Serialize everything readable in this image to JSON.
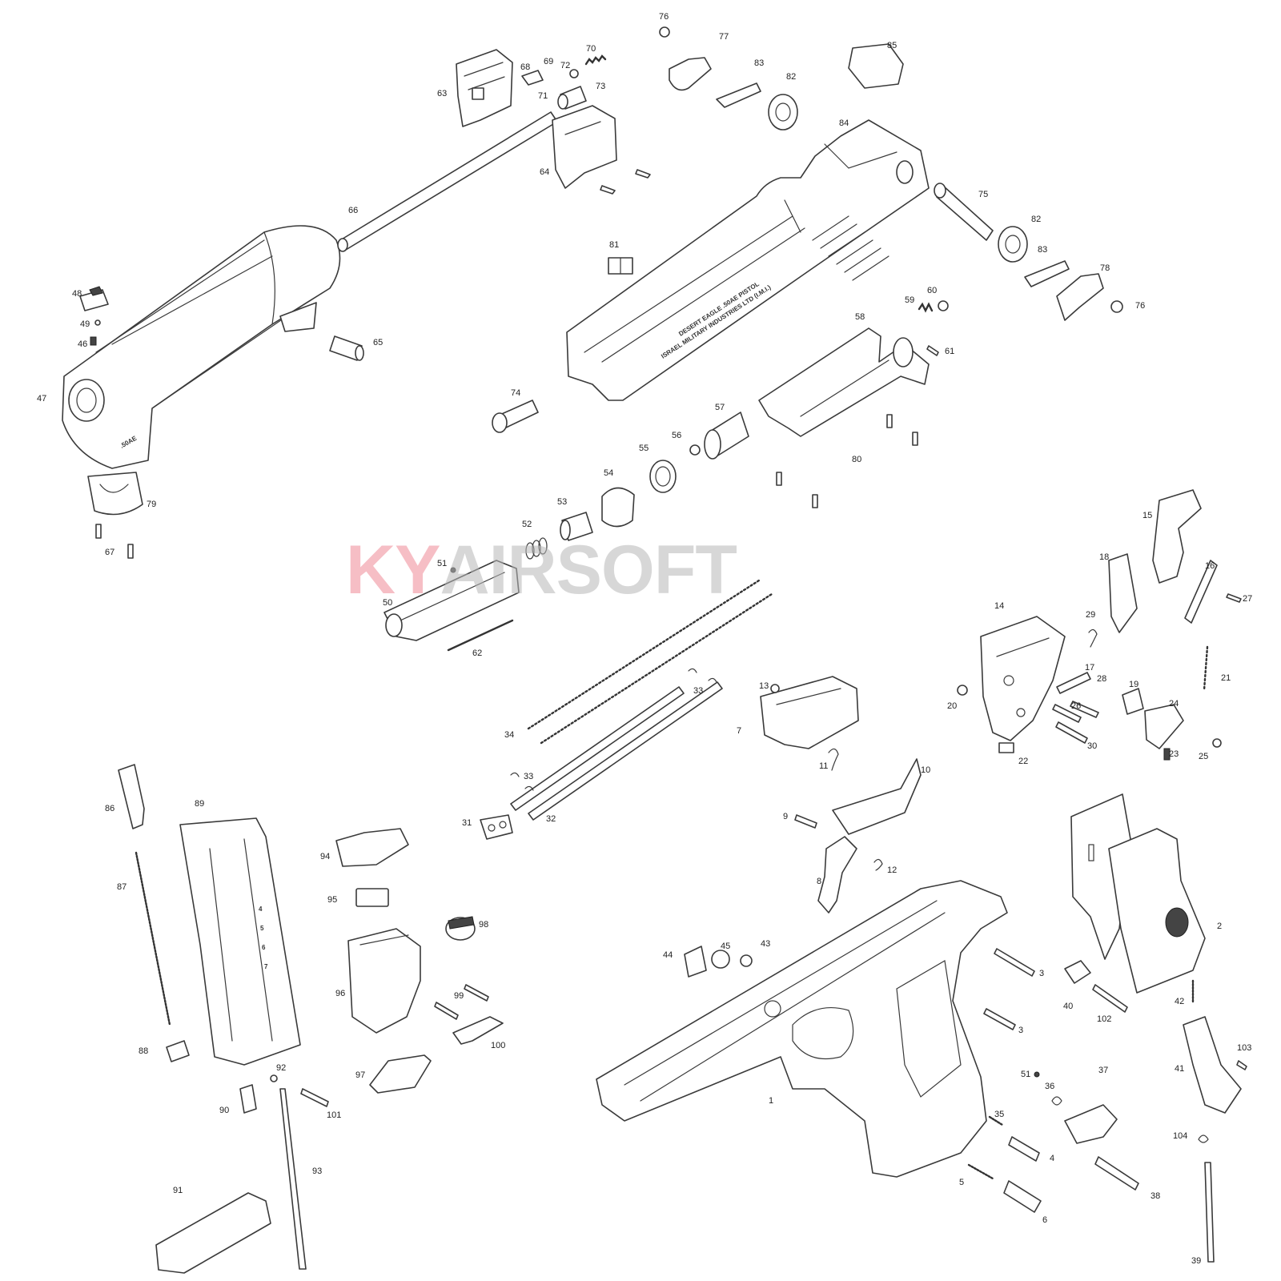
{
  "watermark": {
    "part1": "KY",
    "part2": "AIRSOFT",
    "color_primary": "#f08a96",
    "color_secondary": "#b8b8b8"
  },
  "engravings": {
    "slide_line1": "DESERT EAGLE .50AE PISTOL",
    "slide_line2": "ISRAEL MILITARY INDUSTRIES LTD (I.M.I.)",
    "barrel_caliber": ".50AE",
    "mag_marks": [
      "4",
      "5",
      "6",
      "7"
    ]
  },
  "part_labels": [
    {
      "id": "lbl-1",
      "text": "1"
    },
    {
      "id": "lbl-2",
      "text": "2"
    },
    {
      "id": "lbl-3a",
      "text": "3"
    },
    {
      "id": "lbl-3b",
      "text": "3"
    },
    {
      "id": "lbl-4",
      "text": "4"
    },
    {
      "id": "lbl-5",
      "text": "5"
    },
    {
      "id": "lbl-6",
      "text": "6"
    },
    {
      "id": "lbl-7",
      "text": "7"
    },
    {
      "id": "lbl-8",
      "text": "8"
    },
    {
      "id": "lbl-9",
      "text": "9"
    },
    {
      "id": "lbl-10",
      "text": "10"
    },
    {
      "id": "lbl-11",
      "text": "11"
    },
    {
      "id": "lbl-12",
      "text": "12"
    },
    {
      "id": "lbl-13",
      "text": "13"
    },
    {
      "id": "lbl-14",
      "text": "14"
    },
    {
      "id": "lbl-15",
      "text": "15"
    },
    {
      "id": "lbl-16",
      "text": "16"
    },
    {
      "id": "lbl-17",
      "text": "17"
    },
    {
      "id": "lbl-18",
      "text": "18"
    },
    {
      "id": "lbl-19",
      "text": "19"
    },
    {
      "id": "lbl-20",
      "text": "20"
    },
    {
      "id": "lbl-21",
      "text": "21"
    },
    {
      "id": "lbl-22",
      "text": "22"
    },
    {
      "id": "lbl-23",
      "text": "23"
    },
    {
      "id": "lbl-24",
      "text": "24"
    },
    {
      "id": "lbl-25",
      "text": "25"
    },
    {
      "id": "lbl-26",
      "text": "26"
    },
    {
      "id": "lbl-27",
      "text": "27"
    },
    {
      "id": "lbl-28",
      "text": "28"
    },
    {
      "id": "lbl-29",
      "text": "29"
    },
    {
      "id": "lbl-30",
      "text": "30"
    },
    {
      "id": "lbl-31",
      "text": "31"
    },
    {
      "id": "lbl-32",
      "text": "32"
    },
    {
      "id": "lbl-33a",
      "text": "33"
    },
    {
      "id": "lbl-33b",
      "text": "33"
    },
    {
      "id": "lbl-34",
      "text": "34"
    },
    {
      "id": "lbl-35",
      "text": "35"
    },
    {
      "id": "lbl-36",
      "text": "36"
    },
    {
      "id": "lbl-37",
      "text": "37"
    },
    {
      "id": "lbl-38",
      "text": "38"
    },
    {
      "id": "lbl-39",
      "text": "39"
    },
    {
      "id": "lbl-40",
      "text": "40"
    },
    {
      "id": "lbl-41",
      "text": "41"
    },
    {
      "id": "lbl-42",
      "text": "42"
    },
    {
      "id": "lbl-43",
      "text": "43"
    },
    {
      "id": "lbl-44",
      "text": "44"
    },
    {
      "id": "lbl-45",
      "text": "45"
    },
    {
      "id": "lbl-46",
      "text": "46"
    },
    {
      "id": "lbl-47",
      "text": "47"
    },
    {
      "id": "lbl-48",
      "text": "48"
    },
    {
      "id": "lbl-49",
      "text": "49"
    },
    {
      "id": "lbl-50",
      "text": "50"
    },
    {
      "id": "lbl-51a",
      "text": "51"
    },
    {
      "id": "lbl-51b",
      "text": "51"
    },
    {
      "id": "lbl-52",
      "text": "52"
    },
    {
      "id": "lbl-53",
      "text": "53"
    },
    {
      "id": "lbl-54",
      "text": "54"
    },
    {
      "id": "lbl-55",
      "text": "55"
    },
    {
      "id": "lbl-56",
      "text": "56"
    },
    {
      "id": "lbl-57",
      "text": "57"
    },
    {
      "id": "lbl-58",
      "text": "58"
    },
    {
      "id": "lbl-59",
      "text": "59"
    },
    {
      "id": "lbl-60",
      "text": "60"
    },
    {
      "id": "lbl-61",
      "text": "61"
    },
    {
      "id": "lbl-62",
      "text": "62"
    },
    {
      "id": "lbl-63",
      "text": "63"
    },
    {
      "id": "lbl-64",
      "text": "64"
    },
    {
      "id": "lbl-65",
      "text": "65"
    },
    {
      "id": "lbl-66",
      "text": "66"
    },
    {
      "id": "lbl-67",
      "text": "67"
    },
    {
      "id": "lbl-68",
      "text": "68"
    },
    {
      "id": "lbl-69",
      "text": "69"
    },
    {
      "id": "lbl-70",
      "text": "70"
    },
    {
      "id": "lbl-71",
      "text": "71"
    },
    {
      "id": "lbl-72",
      "text": "72"
    },
    {
      "id": "lbl-73",
      "text": "73"
    },
    {
      "id": "lbl-74",
      "text": "74"
    },
    {
      "id": "lbl-75",
      "text": "75"
    },
    {
      "id": "lbl-76a",
      "text": "76"
    },
    {
      "id": "lbl-76b",
      "text": "76"
    },
    {
      "id": "lbl-77",
      "text": "77"
    },
    {
      "id": "lbl-78",
      "text": "78"
    },
    {
      "id": "lbl-79",
      "text": "79"
    },
    {
      "id": "lbl-80",
      "text": "80"
    },
    {
      "id": "lbl-81",
      "text": "81"
    },
    {
      "id": "lbl-82a",
      "text": "82"
    },
    {
      "id": "lbl-82b",
      "text": "82"
    },
    {
      "id": "lbl-83a",
      "text": "83"
    },
    {
      "id": "lbl-83b",
      "text": "83"
    },
    {
      "id": "lbl-84",
      "text": "84"
    },
    {
      "id": "lbl-85",
      "text": "85"
    },
    {
      "id": "lbl-86",
      "text": "86"
    },
    {
      "id": "lbl-87",
      "text": "87"
    },
    {
      "id": "lbl-88",
      "text": "88"
    },
    {
      "id": "lbl-89",
      "text": "89"
    },
    {
      "id": "lbl-90",
      "text": "90"
    },
    {
      "id": "lbl-91",
      "text": "91"
    },
    {
      "id": "lbl-92",
      "text": "92"
    },
    {
      "id": "lbl-93",
      "text": "93"
    },
    {
      "id": "lbl-94",
      "text": "94"
    },
    {
      "id": "lbl-95",
      "text": "95"
    },
    {
      "id": "lbl-96",
      "text": "96"
    },
    {
      "id": "lbl-97",
      "text": "97"
    },
    {
      "id": "lbl-98",
      "text": "98"
    },
    {
      "id": "lbl-99",
      "text": "99"
    },
    {
      "id": "lbl-100",
      "text": "100"
    },
    {
      "id": "lbl-101",
      "text": "101"
    },
    {
      "id": "lbl-102",
      "text": "102"
    },
    {
      "id": "lbl-103",
      "text": "103"
    },
    {
      "id": "lbl-104",
      "text": "104"
    }
  ]
}
